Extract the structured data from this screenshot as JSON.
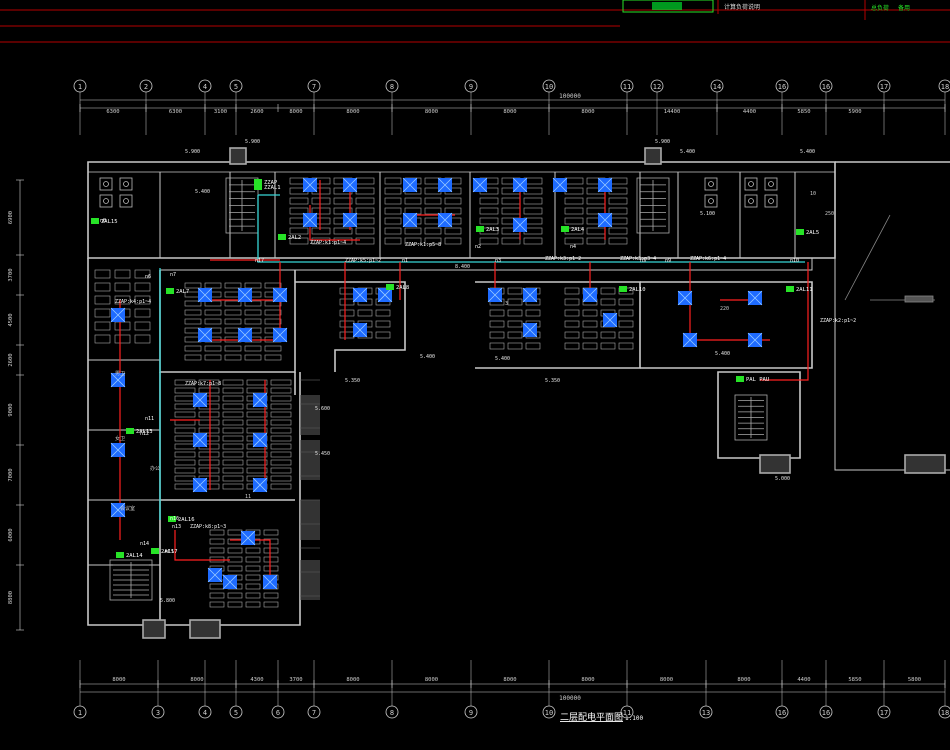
{
  "drawing": {
    "title": "二层配电平面图",
    "scale": "1:100",
    "colors": {
      "background": "#000000",
      "wall": "#c8c8c8",
      "axis": "#d0d0d0",
      "power_line": "#ff2020",
      "fixture": "#1e6bff",
      "panel": "#27e327",
      "tray": "#38d6d6",
      "frame": "#b40000"
    }
  },
  "title_block": {
    "note": "计算负荷说明",
    "cell_1": "总负荷",
    "cell_2": "备用"
  },
  "axes_top": [
    "1",
    "2",
    "4",
    "5",
    "7",
    "8",
    "9",
    "10",
    "11",
    "12",
    "14",
    "16",
    "16",
    "17",
    "18"
  ],
  "axes_bottom": [
    "1",
    "3",
    "4",
    "5",
    "6",
    "7",
    "8",
    "9",
    "10",
    "11",
    "13",
    "16",
    "16",
    "17",
    "18"
  ],
  "dims_top": [
    "6300",
    "6300",
    "3100",
    "2600",
    "8000",
    "8000",
    "8000",
    "8000",
    "8000",
    "14400",
    "4400",
    "5850",
    "5900"
  ],
  "dims_top_total": "100000",
  "dims_bottom": [
    "8000",
    "8000",
    "4300",
    "3700",
    "8000",
    "8000",
    "8000",
    "8000",
    "8000",
    "8000",
    "4400",
    "5850",
    "5800"
  ],
  "dims_bottom_total": "100000",
  "dims_left": [
    "6900",
    "3700",
    "4500",
    "2600",
    "9000",
    "7000",
    "6000",
    "8800"
  ],
  "elevations": [
    "5.900",
    "5.900",
    "5.900",
    "5.400",
    "5.400",
    "5.400",
    "5.100",
    "5.400",
    "5.400",
    "5.400",
    "8.400",
    "5.350",
    "5.350",
    "5.600",
    "5.450",
    "5.000",
    "5.800"
  ],
  "panels": [
    {
      "id": "ZZAP"
    },
    {
      "id": "ZZAL1"
    },
    {
      "id": "2AL2"
    },
    {
      "id": "2AL3"
    },
    {
      "id": "2AL4"
    },
    {
      "id": "2AL5"
    },
    {
      "id": "2AL7"
    },
    {
      "id": "2AL8"
    },
    {
      "id": "2AL10"
    },
    {
      "id": "2AL11"
    },
    {
      "id": "2AL13"
    },
    {
      "id": "2AL14"
    },
    {
      "id": "2AL15"
    },
    {
      "id": "2AL16"
    },
    {
      "id": "2AL17"
    },
    {
      "id": "PAL PAU"
    }
  ],
  "circuits": [
    "ZZAP:k1:p1~4",
    "ZZAP:k1:p5~8",
    "ZZAP:k3:p1~2",
    "ZZAP:k3:p3~4",
    "ZZAP:k6:p1~4",
    "ZZAP:k5:p1~2",
    "ZZAP:k7:p1~8",
    "ZZAP:k8:p1~3",
    "ZZAP:k4:p1~4",
    "ZZAP:k2:p1~2"
  ],
  "node_labels": [
    "n1",
    "n2",
    "n3",
    "n4",
    "n5",
    "n6",
    "n7",
    "n8",
    "n9",
    "n10",
    "n11",
    "n12",
    "n13",
    "n14",
    "n15",
    "n16",
    "n17"
  ],
  "room_labels": [
    "男卫",
    "女卫",
    "办公",
    "会议室",
    "250",
    "10",
    "11",
    "3",
    "220"
  ]
}
